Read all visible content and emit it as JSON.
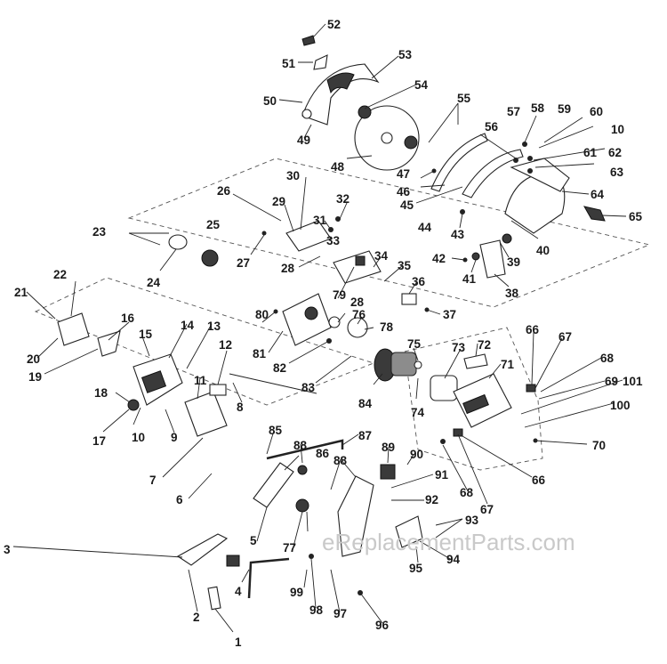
{
  "watermark": "eReplacementParts.com",
  "part_labels": [
    "1",
    "2",
    "3",
    "4",
    "5",
    "6",
    "7",
    "8",
    "9",
    "10",
    "10",
    "11",
    "12",
    "13",
    "14",
    "15",
    "16",
    "17",
    "18",
    "19",
    "20",
    "21",
    "22",
    "23",
    "24",
    "25",
    "26",
    "27",
    "28",
    "28",
    "29",
    "30",
    "31",
    "32",
    "33",
    "34",
    "35",
    "36",
    "37",
    "38",
    "39",
    "40",
    "41",
    "42",
    "43",
    "44",
    "45",
    "46",
    "47",
    "48",
    "49",
    "50",
    "51",
    "52",
    "53",
    "54",
    "55",
    "56",
    "57",
    "58",
    "59",
    "60",
    "61",
    "62",
    "63",
    "64",
    "65",
    "66",
    "66",
    "67",
    "67",
    "68",
    "68",
    "69",
    "70",
    "71",
    "72",
    "73",
    "74",
    "75",
    "76",
    "77",
    "78",
    "79",
    "80",
    "81",
    "82",
    "83",
    "84",
    "85",
    "86",
    "87",
    "88",
    "88",
    "89",
    "90",
    "91",
    "92",
    "93",
    "94",
    "95",
    "96",
    "97",
    "98",
    "99",
    "100",
    "101"
  ],
  "colors": {
    "background": "#ffffff",
    "ink": "#1a1a1a",
    "watermark": "#c9c9c9",
    "dashed_box": "#555555"
  }
}
